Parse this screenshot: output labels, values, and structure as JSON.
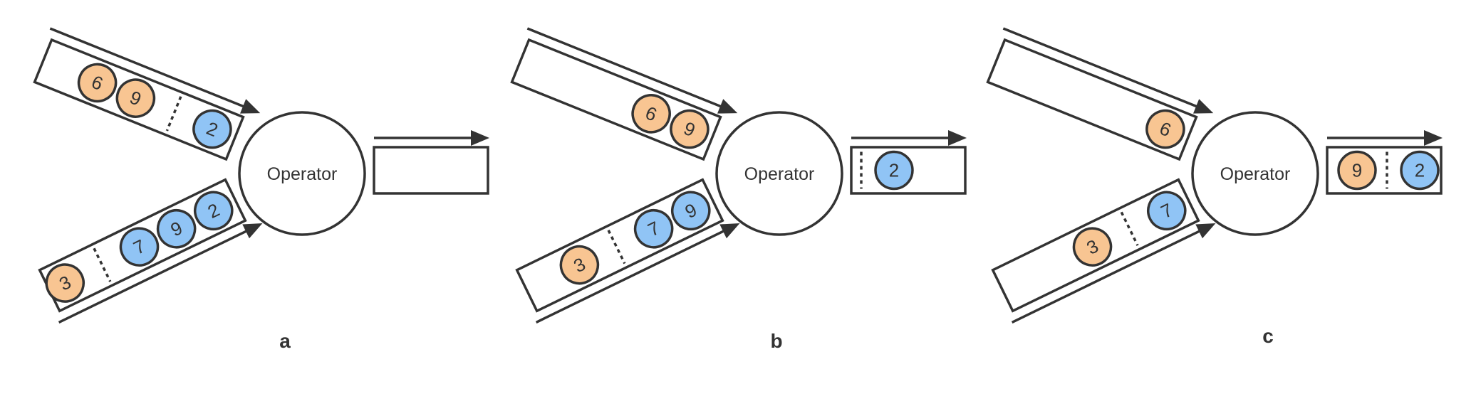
{
  "colors": {
    "stroke": "#333333",
    "orange_fill": "#F8C592",
    "blue_fill": "#90C4F5",
    "background": "#FFFFFF"
  },
  "panels": [
    {
      "label": "a",
      "operator_label": "Operator",
      "top_input": [
        {
          "value": "6",
          "color": "orange"
        },
        {
          "value": "9",
          "color": "orange"
        },
        {
          "separator": true
        },
        {
          "value": "2",
          "color": "blue"
        }
      ],
      "bottom_input": [
        {
          "value": "3",
          "color": "orange"
        },
        {
          "separator": true
        },
        {
          "value": "7",
          "color": "blue"
        },
        {
          "value": "9",
          "color": "blue"
        },
        {
          "value": "2",
          "color": "blue"
        }
      ],
      "output": []
    },
    {
      "label": "b",
      "operator_label": "Operator",
      "top_input": [
        {
          "value": "6",
          "color": "orange"
        },
        {
          "value": "9",
          "color": "orange"
        }
      ],
      "bottom_input": [
        {
          "value": "3",
          "color": "orange"
        },
        {
          "separator": true
        },
        {
          "value": "7",
          "color": "blue"
        },
        {
          "value": "9",
          "color": "blue"
        }
      ],
      "output": [
        {
          "separator": true
        },
        {
          "value": "2",
          "color": "blue"
        }
      ]
    },
    {
      "label": "c",
      "operator_label": "Operator",
      "top_input": [
        {
          "value": "6",
          "color": "orange"
        }
      ],
      "bottom_input": [
        {
          "value": "3",
          "color": "orange"
        },
        {
          "separator": true
        },
        {
          "value": "7",
          "color": "blue"
        }
      ],
      "output": [
        {
          "value": "9",
          "color": "orange"
        },
        {
          "separator": true
        },
        {
          "value": "2",
          "color": "blue"
        }
      ]
    }
  ]
}
